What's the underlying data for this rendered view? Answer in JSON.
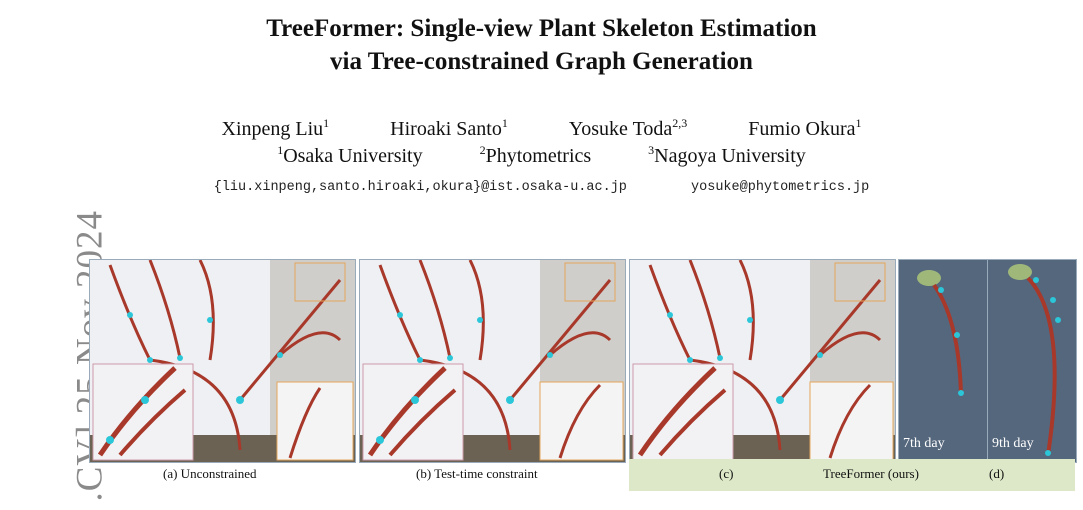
{
  "paper": {
    "title_line1": "TreeFormer: Single-view Plant Skeleton Estimation",
    "title_line2": "via Tree-constrained Graph Generation",
    "authors": [
      {
        "name": "Xinpeng Liu",
        "sup": "1"
      },
      {
        "name": "Hiroaki Santo",
        "sup": "1"
      },
      {
        "name": "Yosuke Toda",
        "sup": "2,3"
      },
      {
        "name": "Fumio Okura",
        "sup": "1"
      }
    ],
    "affiliations": [
      {
        "sup": "1",
        "name": "Osaka University"
      },
      {
        "sup": "2",
        "name": "Phytometrics"
      },
      {
        "sup": "3",
        "name": "Nagoya University"
      }
    ],
    "emails": [
      "{liu.xinpeng,santo.hiroaki,okura}@ist.osaka-u.ac.jp",
      "yosuke@phytometrics.jp"
    ],
    "arxiv_stamp": ".CV]  25 Nov 2024"
  },
  "figure": {
    "captions": {
      "a": "(a) Unconstrained",
      "b": "(b) Test-time constraint",
      "c": "(c)",
      "treeformer": "TreeFormer (ours)",
      "d": "(d)"
    },
    "day_labels": [
      "7th day",
      "9th day"
    ],
    "colors": {
      "branch": "#a8382a",
      "node": "#2bc6d8",
      "accent_green": "#7fc31f",
      "caption_band": "#dde8c8"
    }
  }
}
